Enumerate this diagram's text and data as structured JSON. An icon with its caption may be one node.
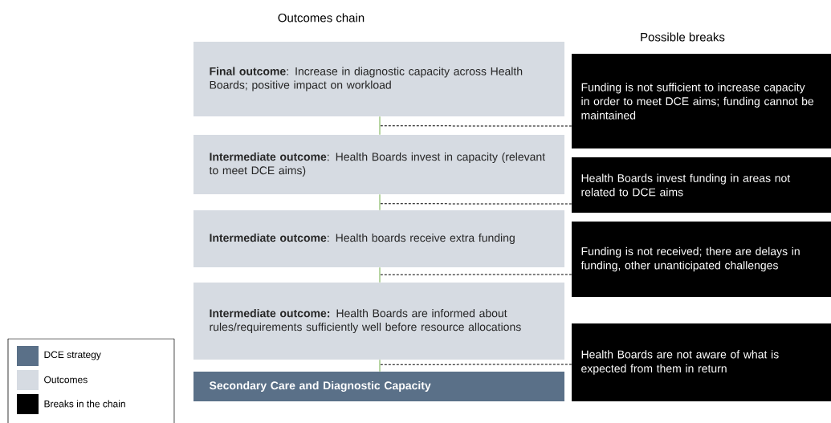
{
  "diagram": {
    "title": "Outcomes chain",
    "nodes": [
      {
        "text": [
          "**Final outcome**: Increase in diagnostic capacity across Health Boards; positive impact on workload"
        ]
      },
      {
        "text": [
          "**Intermediate outcome**: Health Boards invest in capacity (relevant to meet DCE  aims)"
        ]
      },
      {
        "text": [
          "**Intermediate outcome**: Health boards receive extra funding"
        ]
      },
      {
        "text": [
          "**Intermediate outcome:** Health Boards are informed about rules/requirements sufficiently well before resource allocations"
        ]
      },
      {
        "text": [
          "Secondary Care and Diagnostic Capacity"
        ]
      },
      {
        "text": [
          "Possible breaks",
          "Funding is not sufficient to increase capacity in order to meet DCE  aims;  funding cannot  be maintained"
        ]
      },
      {
        "text": [
          "Health Boards invest funding in areas not related to DCE  aims"
        ]
      },
      {
        "text": [
          "Funding is not received; there are delays in funding, other unanticipated challenges"
        ]
      },
      {
        "text": [
          "Health Boards are not aware of what is expected from them in return"
        ]
      }
    ],
    "edges": [
      {
        "from": 4,
        "to": 3,
        "arrow": "none",
        "color": "#70ad47"
      },
      {
        "from": 3,
        "to": 2,
        "arrow": "none",
        "color": "#70ad47"
      },
      {
        "from": 2,
        "to": 1,
        "arrow": "none",
        "color": "#70ad47"
      },
      {
        "from": 1,
        "to": 0,
        "arrow": "none",
        "color": "#70ad47"
      },
      {
        "from": 5,
        "to": 1,
        "arrow": "none",
        "style": "dashed",
        "color": "#000000"
      },
      {
        "from": 6,
        "to": 2,
        "arrow": "none",
        "style": "dashed",
        "color": "#000000"
      },
      {
        "from": 7,
        "to": 2,
        "arrow": "none",
        "style": "dashed",
        "color": "#000000"
      },
      {
        "from": 8,
        "to": 3,
        "arrow": "none",
        "style": "dashed",
        "color": "#000000"
      }
    ],
    "legend": [
      {
        "text": "DCE strategy",
        "color": "#5a7088"
      },
      {
        "text": "Outcomes",
        "color": "#d6dbe2"
      },
      {
        "text": "Breaks in the chain",
        "color": "#000000"
      }
    ]
  }
}
